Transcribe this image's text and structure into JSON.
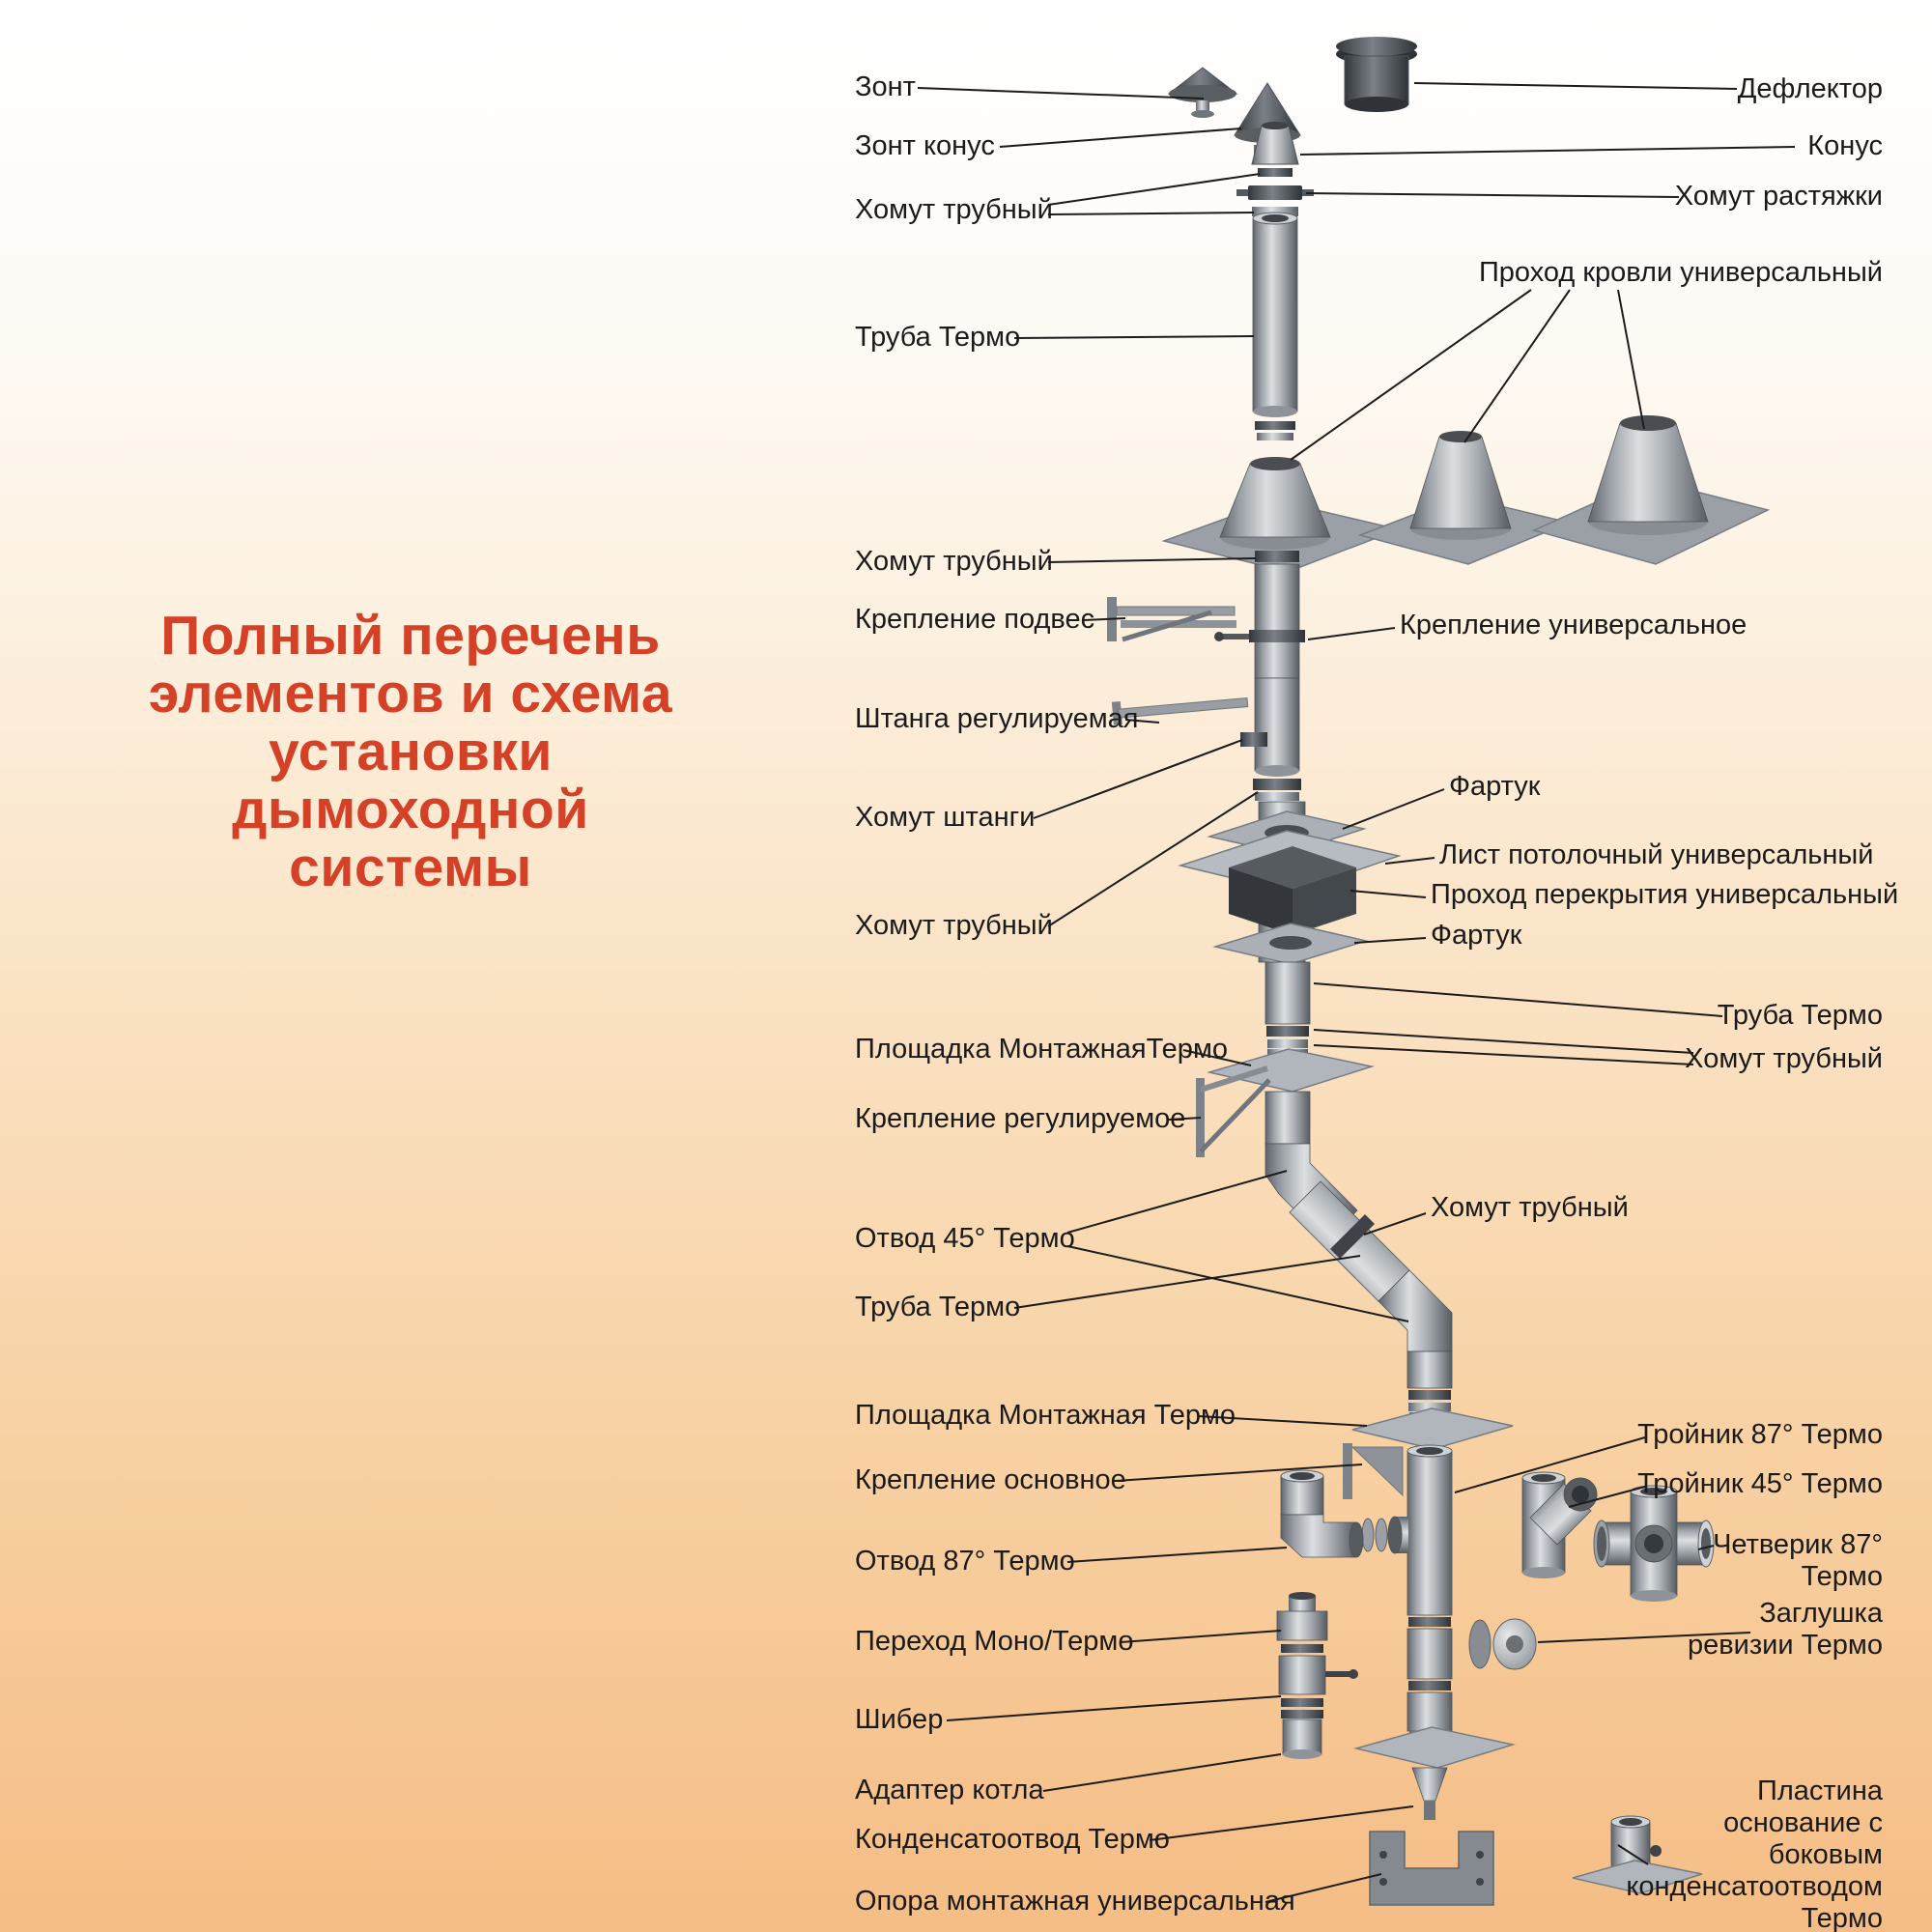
{
  "title": {
    "lines": [
      "Полный перечень",
      "элементов и схема",
      "установки",
      "дымоходной",
      "системы"
    ]
  },
  "labels": {
    "left": [
      {
        "text": "Зонт"
      },
      {
        "text": "Зонт конус"
      },
      {
        "text": "Хомут трубный"
      },
      {
        "text": "Труба Термо"
      },
      {
        "text": "Хомут трубный"
      },
      {
        "text": "Крепление подвес"
      },
      {
        "text": "Штанга регулируемая"
      },
      {
        "text": "Хомут штанги"
      },
      {
        "text": "Хомут трубный"
      },
      {
        "text": "Площадка МонтажнаяТермо"
      },
      {
        "text": "Крепление регулируемое"
      },
      {
        "text": "Отвод 45° Термо"
      },
      {
        "text": "Труба Термо"
      },
      {
        "text": "Площадка Монтажная Термо"
      },
      {
        "text": "Крепление основное"
      },
      {
        "text": "Отвод 87° Термо"
      },
      {
        "text": "Переход Моно/Термо"
      },
      {
        "text": "Шибер"
      },
      {
        "text": "Адаптер котла"
      },
      {
        "text": "Конденсатоотвод Термо"
      },
      {
        "text": "Опора монтажная универсальная"
      }
    ],
    "right": [
      {
        "text": "Дефлектор"
      },
      {
        "text": "Конус"
      },
      {
        "text": "Хомут растяжки"
      },
      {
        "text": "Проход кровли универсальный"
      },
      {
        "text": "Крепление универсальное"
      },
      {
        "text": "Фартук"
      },
      {
        "text": "Лист потолочный универсальный"
      },
      {
        "text": "Проход перекрытия универсальный"
      },
      {
        "text": "Фартук"
      },
      {
        "text": "Труба Термо"
      },
      {
        "text": "Хомут трубный"
      },
      {
        "text": "Хомут трубный"
      },
      {
        "text": "Тройник 87° Термо"
      },
      {
        "text": "Тройник 45° Термо"
      },
      {
        "text": "Четверик 87° Термо"
      },
      {
        "text": "Заглушка ревизии Термо"
      },
      {
        "text": "Пластина основание с боковым конденсатоотводом Термо"
      }
    ]
  },
  "colors": {
    "accent": "#d54127",
    "background_top": "#ffffff",
    "background_bottom": "#f5bd85",
    "metal": "#9aa0a6",
    "metal_dark": "#3c4045",
    "line": "#1c1c1c",
    "text": "#1a1a1a"
  }
}
